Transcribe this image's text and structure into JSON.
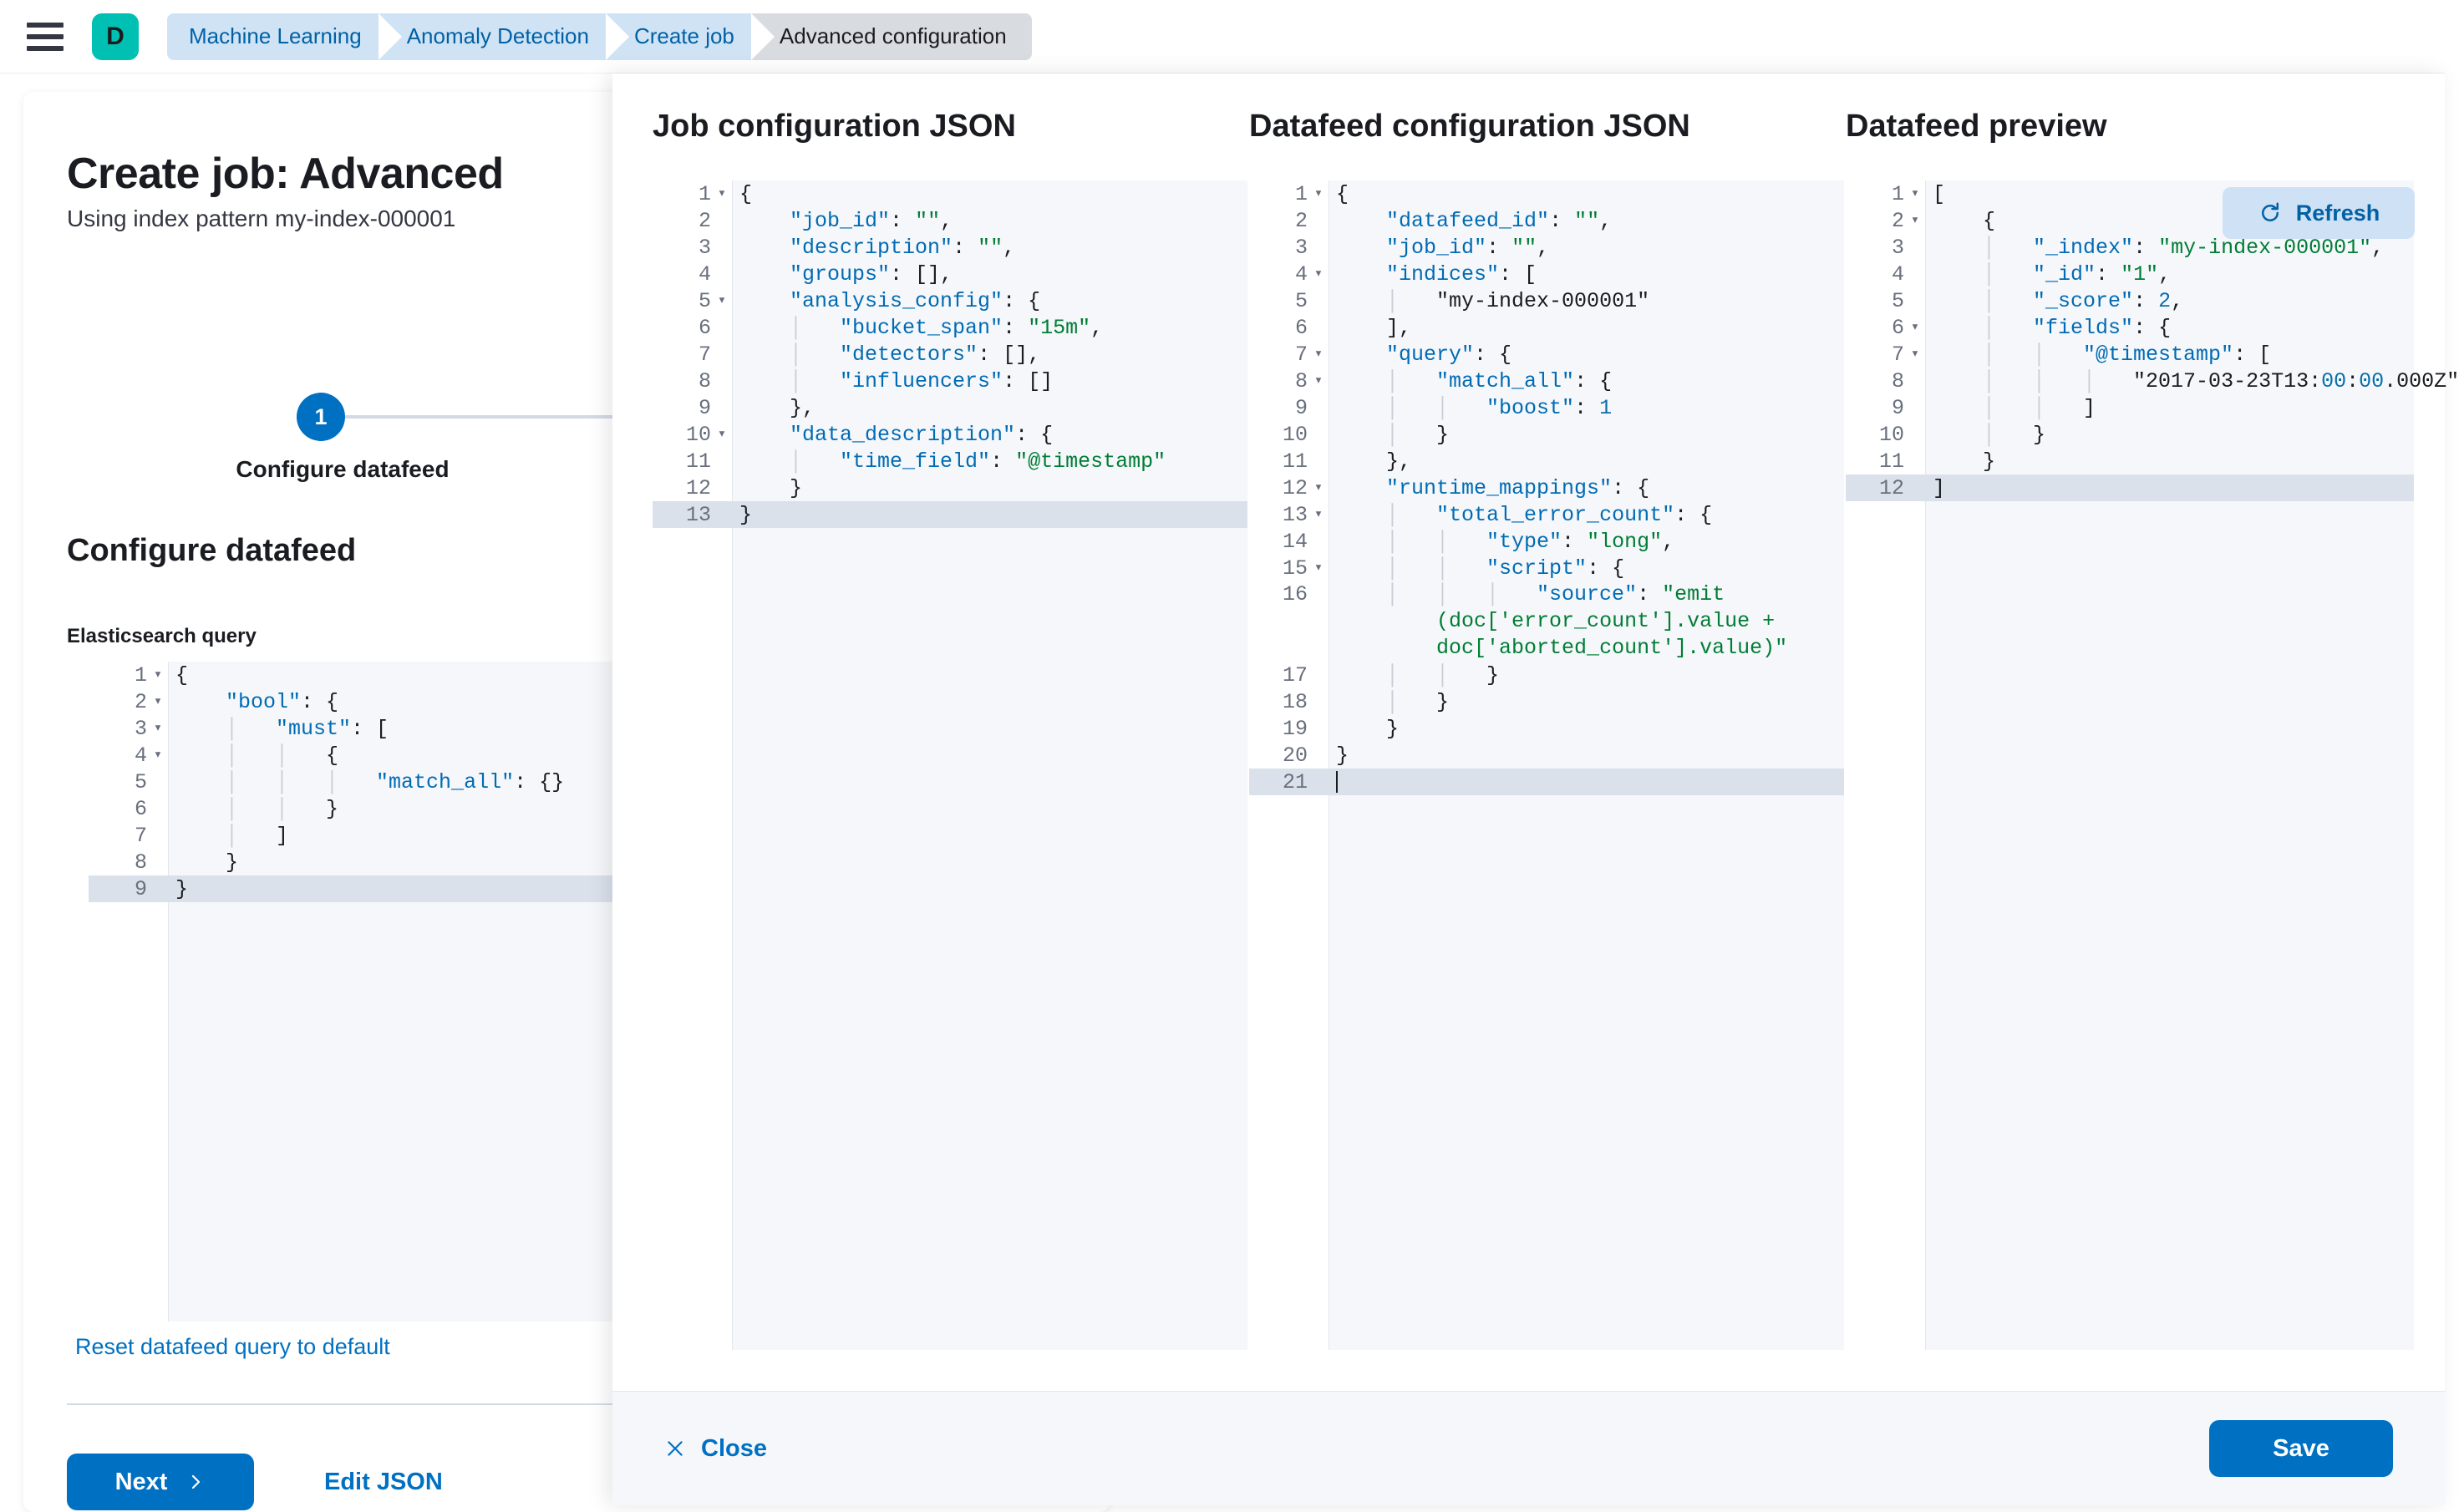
{
  "topbar": {
    "menu_icon": "hamburger-icon",
    "space_badge": "D",
    "breadcrumbs": [
      {
        "label": "Machine Learning",
        "active": false
      },
      {
        "label": "Anomaly Detection",
        "active": false
      },
      {
        "label": "Create job",
        "active": false
      },
      {
        "label": "Advanced configuration",
        "active": true
      }
    ]
  },
  "page": {
    "title": "Create job: Advanced",
    "subtitle": "Using index pattern my-index-000001",
    "step_number": "1",
    "step_label": "Configure datafeed",
    "section_title": "Configure datafeed",
    "query_field_label": "Elasticsearch query",
    "reset_link": "Reset datafeed query to default",
    "next_button": "Next",
    "next_icon": "chevron-right-icon",
    "edit_json_link": "Edit JSON",
    "query_editor": {
      "lines": [
        {
          "n": "1",
          "fold": true,
          "text": "{"
        },
        {
          "n": "2",
          "fold": true,
          "text": "    \"bool\": {"
        },
        {
          "n": "3",
          "fold": true,
          "text": "    │   \"must\": ["
        },
        {
          "n": "4",
          "fold": true,
          "text": "    │   │   {"
        },
        {
          "n": "5",
          "fold": false,
          "text": "    │   │   │   \"match_all\": {}"
        },
        {
          "n": "6",
          "fold": false,
          "text": "    │   │   }"
        },
        {
          "n": "7",
          "fold": false,
          "text": "    │   ]"
        },
        {
          "n": "8",
          "fold": false,
          "text": "    }"
        },
        {
          "n": "9",
          "fold": false,
          "text": "}",
          "active": true
        }
      ]
    }
  },
  "flyout": {
    "columns": [
      {
        "title": "Job configuration JSON"
      },
      {
        "title": "Datafeed configuration JSON"
      },
      {
        "title": "Datafeed preview"
      }
    ],
    "refresh_button": "Refresh",
    "refresh_icon": "refresh-icon",
    "job_config_editor": {
      "lines": [
        {
          "n": "1",
          "fold": true,
          "text": "{"
        },
        {
          "n": "2",
          "fold": false,
          "text": "    \"job_id\": \"\","
        },
        {
          "n": "3",
          "fold": false,
          "text": "    \"description\": \"\","
        },
        {
          "n": "4",
          "fold": false,
          "text": "    \"groups\": [],"
        },
        {
          "n": "5",
          "fold": true,
          "text": "    \"analysis_config\": {"
        },
        {
          "n": "6",
          "fold": false,
          "text": "    │   \"bucket_span\": \"15m\","
        },
        {
          "n": "7",
          "fold": false,
          "text": "    │   \"detectors\": [],"
        },
        {
          "n": "8",
          "fold": false,
          "text": "    │   \"influencers\": []"
        },
        {
          "n": "9",
          "fold": false,
          "text": "    },"
        },
        {
          "n": "10",
          "fold": true,
          "text": "    \"data_description\": {"
        },
        {
          "n": "11",
          "fold": false,
          "text": "    │   \"time_field\": \"@timestamp\""
        },
        {
          "n": "12",
          "fold": false,
          "text": "    }"
        },
        {
          "n": "13",
          "fold": false,
          "text": "}",
          "active": true
        }
      ]
    },
    "datafeed_config_editor": {
      "lines": [
        {
          "n": "1",
          "fold": true,
          "text": "{"
        },
        {
          "n": "2",
          "fold": false,
          "text": "    \"datafeed_id\": \"\","
        },
        {
          "n": "3",
          "fold": false,
          "text": "    \"job_id\": \"\","
        },
        {
          "n": "4",
          "fold": true,
          "text": "    \"indices\": ["
        },
        {
          "n": "5",
          "fold": false,
          "text": "    │   \"my-index-000001\""
        },
        {
          "n": "6",
          "fold": false,
          "text": "    ],"
        },
        {
          "n": "7",
          "fold": true,
          "text": "    \"query\": {"
        },
        {
          "n": "8",
          "fold": true,
          "text": "    │   \"match_all\": {"
        },
        {
          "n": "9",
          "fold": false,
          "text": "    │   │   \"boost\": 1"
        },
        {
          "n": "10",
          "fold": false,
          "text": "    │   }"
        },
        {
          "n": "11",
          "fold": false,
          "text": "    },"
        },
        {
          "n": "12",
          "fold": true,
          "text": "    \"runtime_mappings\": {"
        },
        {
          "n": "13",
          "fold": true,
          "text": "    │   \"total_error_count\": {"
        },
        {
          "n": "14",
          "fold": false,
          "text": "    │   │   \"type\": \"long\","
        },
        {
          "n": "15",
          "fold": true,
          "text": "    │   │   \"script\": {"
        },
        {
          "n": "16",
          "fold": false,
          "text": "    │   │   │   \"source\": \"emit(doc['error_count'].value + doc['aborted_count'].value)\"",
          "wrap": true
        },
        {
          "n": "17",
          "fold": false,
          "text": "    │   │   }"
        },
        {
          "n": "18",
          "fold": false,
          "text": "    │   }"
        },
        {
          "n": "19",
          "fold": false,
          "text": "    }"
        },
        {
          "n": "20",
          "fold": false,
          "text": "}"
        },
        {
          "n": "21",
          "fold": false,
          "text": "",
          "active": true,
          "caret": true
        }
      ]
    },
    "datafeed_preview_editor": {
      "lines": [
        {
          "n": "1",
          "fold": true,
          "text": "["
        },
        {
          "n": "2",
          "fold": true,
          "text": "    {"
        },
        {
          "n": "3",
          "fold": false,
          "text": "    │   \"_index\": \"my-index-000001\","
        },
        {
          "n": "4",
          "fold": false,
          "text": "    │   \"_id\": \"1\","
        },
        {
          "n": "5",
          "fold": false,
          "text": "    │   \"_score\": 2,"
        },
        {
          "n": "6",
          "fold": true,
          "text": "    │   \"fields\": {"
        },
        {
          "n": "7",
          "fold": true,
          "text": "    │   │   \"@timestamp\": ["
        },
        {
          "n": "8",
          "fold": false,
          "text": "    │   │   │   \"2017-03-23T13:00:00.000Z\""
        },
        {
          "n": "9",
          "fold": false,
          "text": "    │   │   ]"
        },
        {
          "n": "10",
          "fold": false,
          "text": "    │   }"
        },
        {
          "n": "11",
          "fold": false,
          "text": "    }"
        },
        {
          "n": "12",
          "fold": false,
          "text": "]",
          "active": true
        }
      ]
    },
    "footer": {
      "close_button": "Close",
      "close_icon": "close-icon",
      "save_button": "Save"
    }
  },
  "colors": {
    "accent": "#0071c2",
    "brand": "#00bfb3",
    "breadcrumb_bg": "#cfe3f5",
    "breadcrumb_active_bg": "#d8dbe0",
    "editor_bg": "#f5f7fa",
    "active_line": "#dae1ea"
  }
}
